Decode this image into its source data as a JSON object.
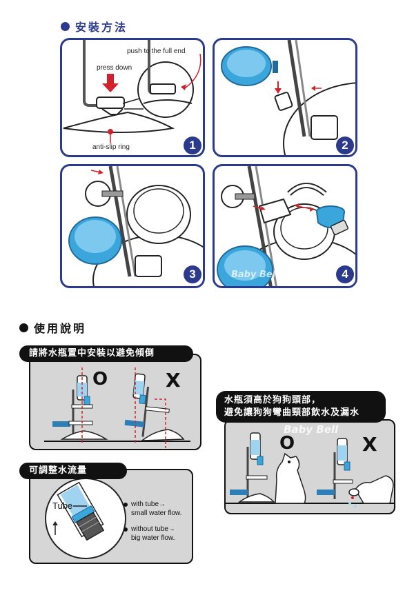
{
  "install": {
    "title": "安裝方法",
    "step1": {
      "number": "1",
      "label_push": "push to the full end",
      "label_press": "press down",
      "label_ring": "anti-slip ring"
    },
    "step2": {
      "number": "2"
    },
    "step3": {
      "number": "3"
    },
    "step4": {
      "number": "4"
    }
  },
  "usage": {
    "title": "使用說明",
    "placement": {
      "title": "請將水瓶置中安裝以避免傾倒",
      "correct_mark": "O",
      "wrong_mark": "X"
    },
    "height": {
      "title_line1": "水瓶須高於狗狗頭部，",
      "title_line2": "避免讓狗狗彎曲頸部飲水及漏水",
      "correct_mark": "O",
      "wrong_mark": "X"
    },
    "flow": {
      "title": "可調整水流量",
      "tube_label": "Tube",
      "with_tube_line1": "with tube→",
      "with_tube_line2": "small water flow.",
      "without_tube_line1": "without tube→",
      "without_tube_line2": "big water flow."
    }
  },
  "watermark": "Baby Bell",
  "colors": {
    "primary": "#2b3a8c",
    "accent_blue": "#3aa6dc",
    "red": "#d4202a"
  }
}
